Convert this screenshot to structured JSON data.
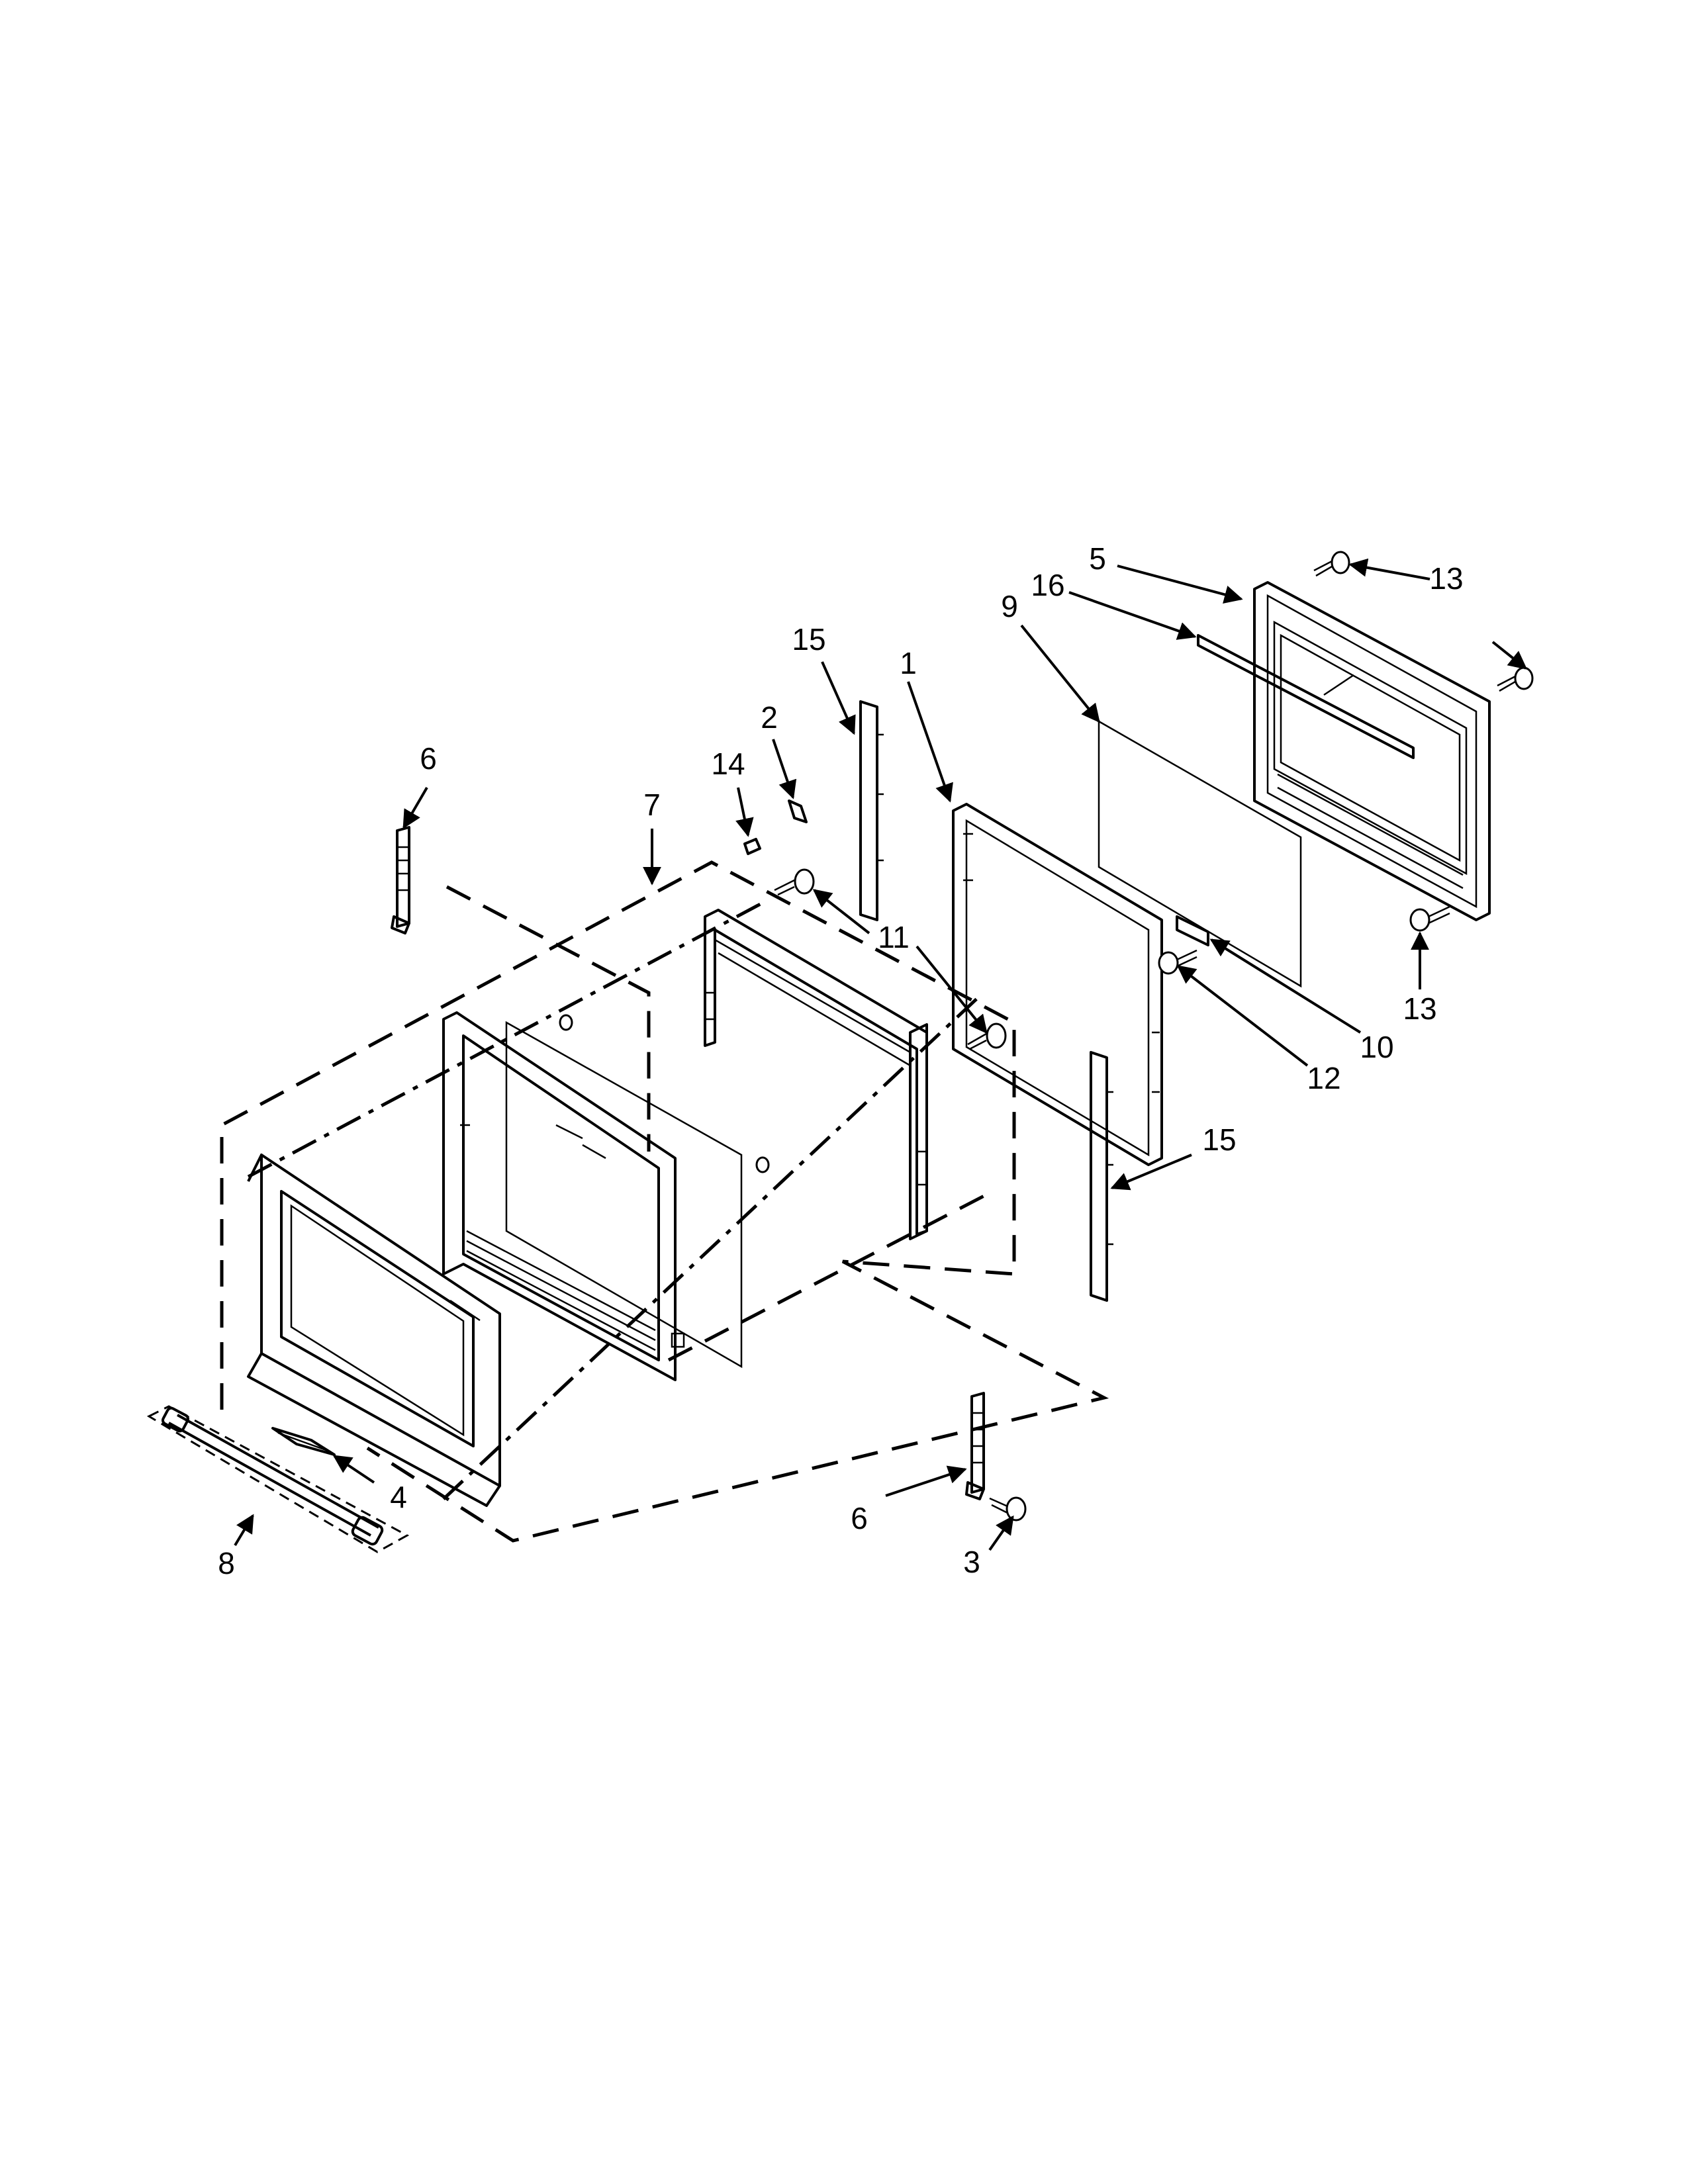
{
  "diagram": {
    "callouts": [
      {
        "id": "c1",
        "label": "1"
      },
      {
        "id": "c2",
        "label": "2"
      },
      {
        "id": "c3",
        "label": "3"
      },
      {
        "id": "c4",
        "label": "4"
      },
      {
        "id": "c5",
        "label": "5"
      },
      {
        "id": "c6a",
        "label": "6"
      },
      {
        "id": "c6b",
        "label": "6"
      },
      {
        "id": "c7",
        "label": "7"
      },
      {
        "id": "c8",
        "label": "8"
      },
      {
        "id": "c9",
        "label": "9"
      },
      {
        "id": "c10",
        "label": "10"
      },
      {
        "id": "c11",
        "label": "11"
      },
      {
        "id": "c12",
        "label": "12"
      },
      {
        "id": "c13a",
        "label": "13"
      },
      {
        "id": "c13b",
        "label": "13"
      },
      {
        "id": "c14",
        "label": "14"
      },
      {
        "id": "c15a",
        "label": "15"
      },
      {
        "id": "c15b",
        "label": "15"
      },
      {
        "id": "c16",
        "label": "16"
      }
    ]
  }
}
